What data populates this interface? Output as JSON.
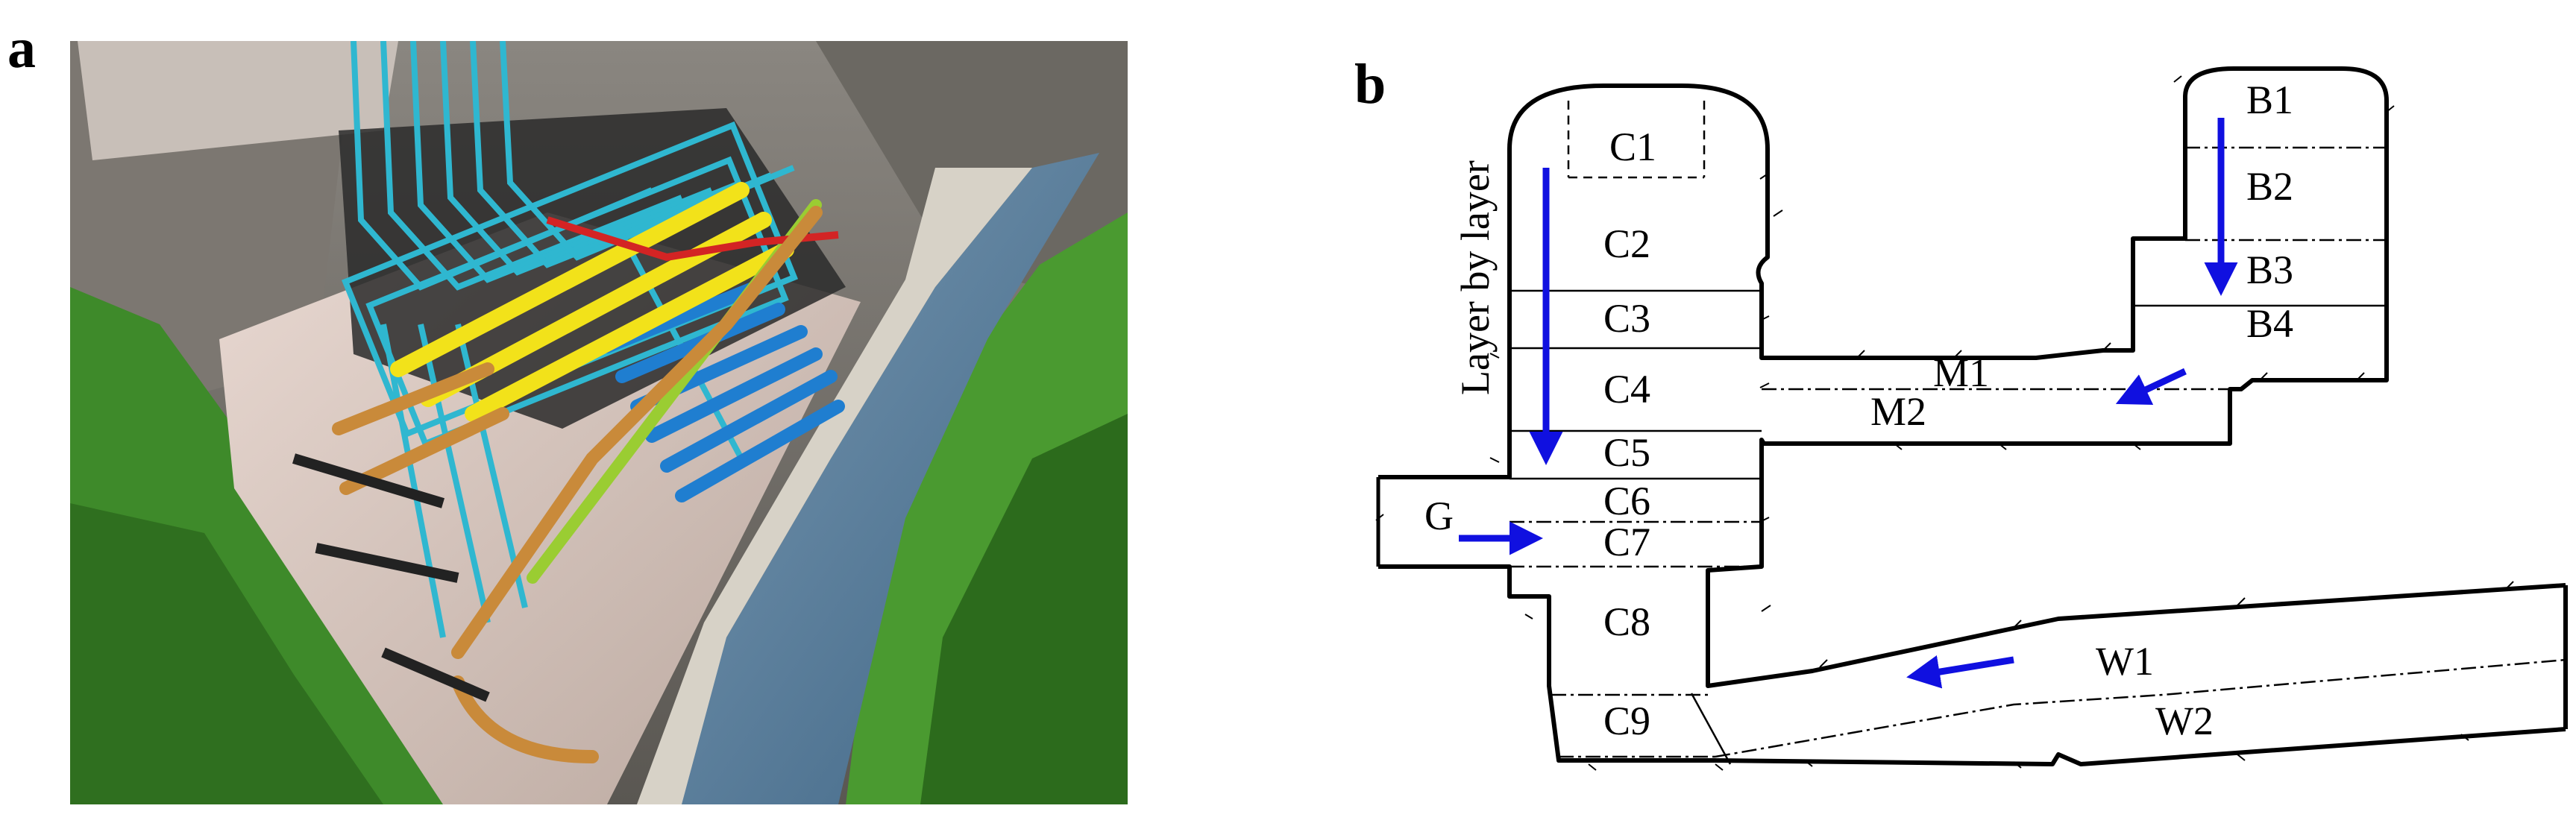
{
  "panel_a": {
    "label": "a"
  },
  "panel_b": {
    "label": "b",
    "vertical_annotation": "Layer by layer",
    "layers": {
      "C1": "C1",
      "C2": "C2",
      "C3": "C3",
      "C4": "C4",
      "C5": "C5",
      "C6": "C6",
      "C7": "C7",
      "C8": "C8",
      "C9": "C9",
      "B1": "B1",
      "B2": "B2",
      "B3": "B3",
      "B4": "B4",
      "M1": "M1",
      "M2": "M2",
      "W1": "W1",
      "W2": "W2",
      "G": "G"
    }
  },
  "colors": {
    "outline": "#000000",
    "arrow": "#1010e0",
    "pipe_cyan": "#2fb7d0",
    "pipe_yellow": "#f2e21a",
    "pipe_orange": "#c98a3a",
    "water": "#5c7f9c",
    "grass": "#3e8a2a",
    "rock": "#6e6a64"
  }
}
